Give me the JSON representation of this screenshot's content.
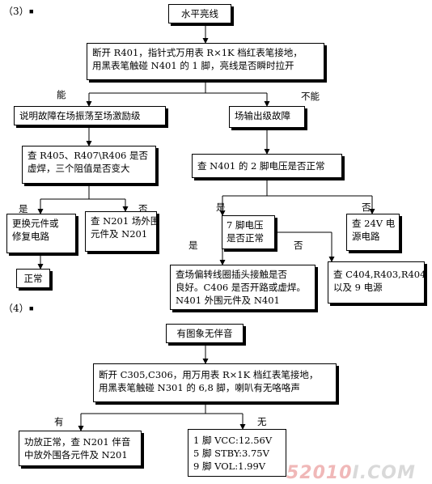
{
  "section3": {
    "label": "（3）",
    "mark": "▪",
    "nodes": {
      "start": "水平亮线",
      "step1_line1": "断开 R401，指针式万用表 R×1K 档红表笔接地，",
      "step1_line2": "用黑表笔触碰 N401 的 1 脚，亮线是否瞬时拉开",
      "left_result": "说明故障在场振荡至场激励级",
      "right_result": "场输出级故障",
      "check_resistors_line1": "查 R405、R407\\R406 是否",
      "check_resistors_line2": "虚焊，三个阻值是否变大",
      "replace_line1": "更换元件或",
      "replace_line2": "修复电路",
      "check_n201_line1": "查 N201 场外围",
      "check_n201_line2": "元件及 N201",
      "normal": "正常",
      "check_pin2": "查 N401 的 2 脚电压是否正常",
      "pin7_line1": "7  脚电压",
      "pin7_line2": "是否正常",
      "check_24v_line1": "查 24V 电",
      "check_24v_line2": "源电路",
      "deflection_line1": "查场偏转线圈插头接触是否",
      "deflection_line2": "良好。C406 是否开路或虚焊。",
      "deflection_line3": "N401 外围元件及 N401",
      "check_c404_line1": "查  C404,R403,R404",
      "check_c404_line2": "以及 9 电源"
    },
    "labels": {
      "can": "能",
      "cannot": "不能",
      "yes": "是",
      "no": "否"
    }
  },
  "section4": {
    "label": "（4）",
    "mark": "▪",
    "nodes": {
      "start": "有图象无伴音",
      "step1_line1": "断开 C305,C306，用万用表 R×1K 档红表笔接地，",
      "step1_line2": "用黑表笔触碰 N301 的 6,8 脚，喇叭有无咯咯声",
      "left_line1": "功放正常，查 N201 伴音",
      "left_line2": "中放外围各元件及 N201",
      "right_line1": "1 脚 VCC:12.56V",
      "right_line2": "5 脚 STBY:3.75V",
      "right_line3": "9 脚 VOL:1.99V"
    },
    "labels": {
      "have": "有",
      "none": "无"
    }
  },
  "watermark": {
    "number": "52010",
    "suffix": "I.COM"
  },
  "colors": {
    "line": "#000000",
    "background": "#ffffff"
  }
}
